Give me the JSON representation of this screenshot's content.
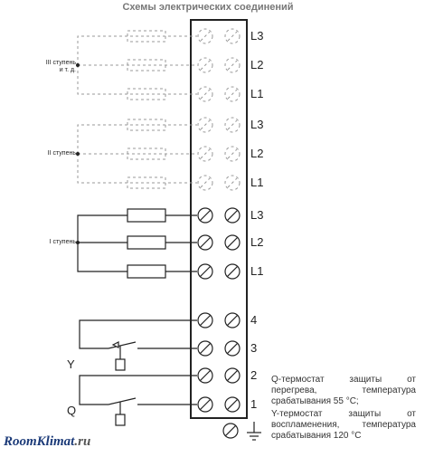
{
  "title": "Схемы электрических соединений",
  "stages": {
    "stage3": [
      "III ступень",
      "и т. д."
    ],
    "stage2": "II ступень",
    "stage1": "I ступень"
  },
  "phase_labels": [
    "L3",
    "L2",
    "L1",
    "L3",
    "L2",
    "L1",
    "L3",
    "L2",
    "L1"
  ],
  "control_terminals": [
    "4",
    "3",
    "2",
    "1"
  ],
  "signals": {
    "y": "Y",
    "q": "Q"
  },
  "notes": {
    "q": [
      "Q-термостат      защиты      от",
      "перегрева,          температура",
      "срабатывания 55 °С;"
    ],
    "y": [
      "Y-термостат      защиты      от",
      "воспламенения,    температура",
      "срабатывания 120 °С"
    ]
  },
  "watermark": {
    "brand": "RoomKlimat",
    "tld": ".ru"
  },
  "colors": {
    "line": "#222222",
    "dashed": "#999999",
    "brand": "#1b3a78"
  }
}
